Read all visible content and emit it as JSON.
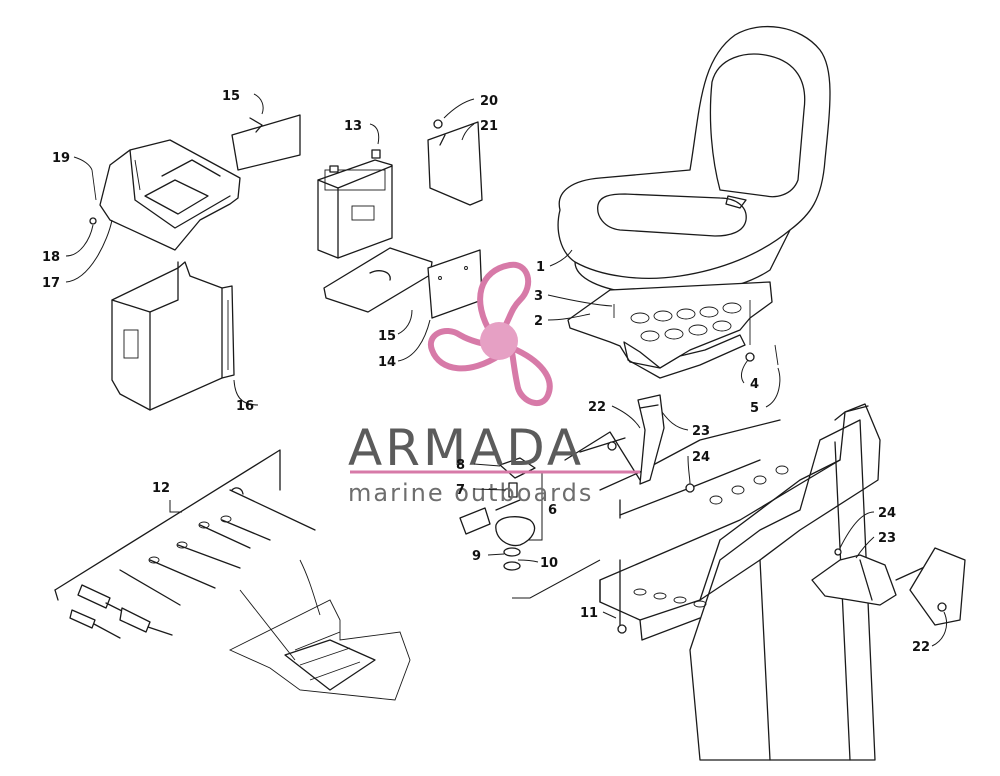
{
  "watermark": {
    "brand": "ARMADA",
    "tagline": "marine outboards",
    "logo_color": "#d77aa8",
    "logo_fill": "#e6a0c4"
  },
  "callouts": [
    "1",
    "2",
    "3",
    "4",
    "5",
    "6",
    "7",
    "8",
    "9",
    "10",
    "11",
    "12",
    "13",
    "14",
    "15",
    "16",
    "17",
    "18",
    "19",
    "20",
    "21",
    "22",
    "23",
    "24"
  ]
}
